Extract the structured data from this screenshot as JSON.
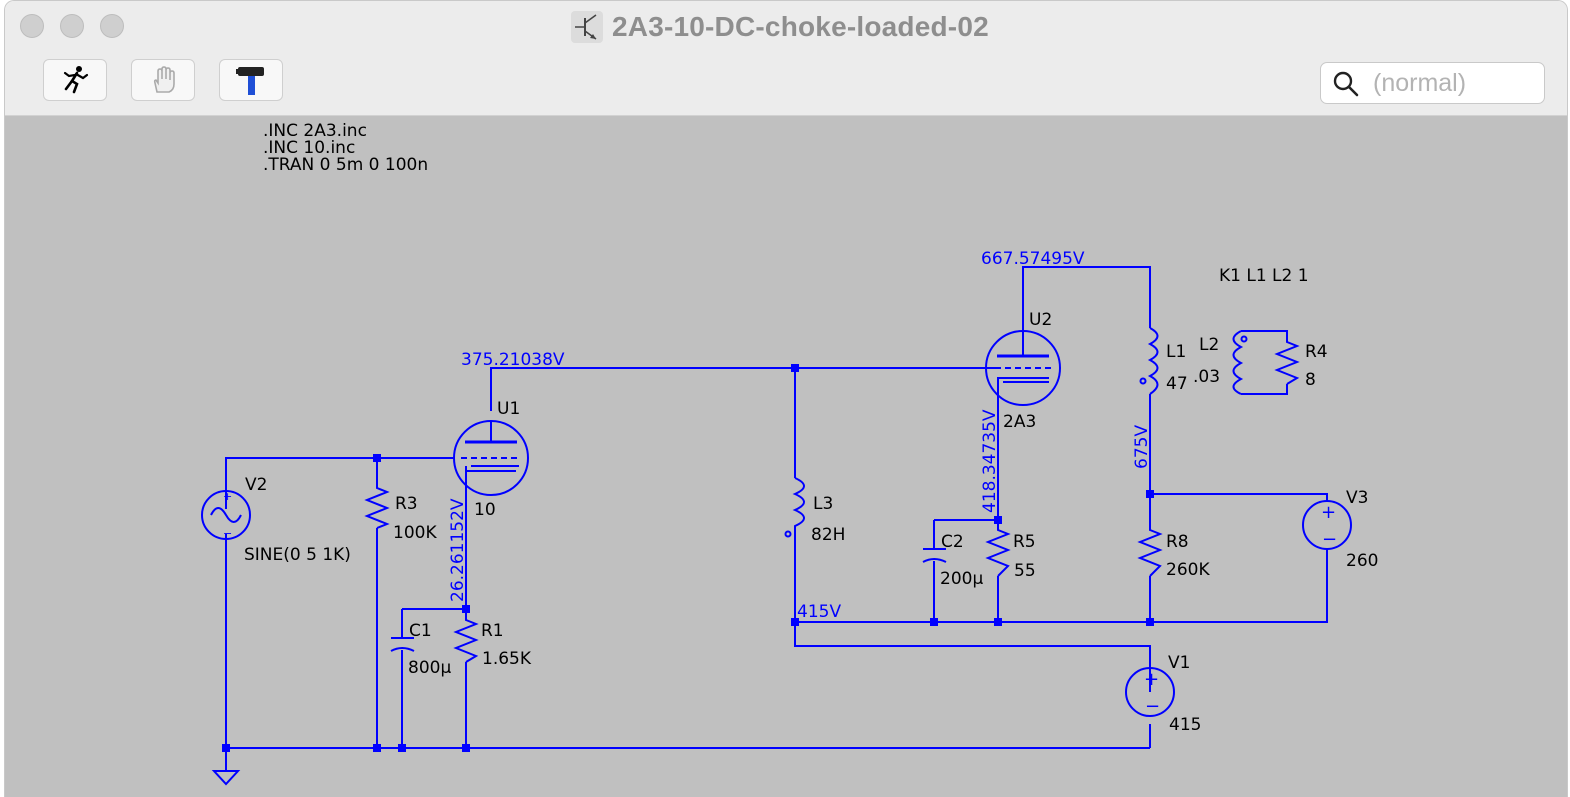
{
  "window": {
    "title": "2A3-10-DC-choke-loaded-02",
    "doc_icon": "transistor-schematic-icon"
  },
  "toolbar": {
    "buttons": [
      {
        "name": "run-button",
        "icon": "running-man-icon"
      },
      {
        "name": "halt-button",
        "icon": "hand-icon"
      },
      {
        "name": "settings-button",
        "icon": "hammer-icon"
      }
    ],
    "search": {
      "placeholder": "(normal)",
      "value": "",
      "icon": "search-icon"
    }
  },
  "schematic": {
    "directives": [
      ".INC 2A3.inc",
      ".INC 10.inc",
      ".TRAN 0 5m 0 100n"
    ],
    "coupling": "K1 L1 L2 1",
    "components": {
      "V2": {
        "name": "V2",
        "value": "SINE(0 5 1K)"
      },
      "R3": {
        "name": "R3",
        "value": "100K"
      },
      "U1": {
        "name": "U1",
        "value": "10"
      },
      "C1": {
        "name": "C1",
        "value": "800μ"
      },
      "R1": {
        "name": "R1",
        "value": "1.65K"
      },
      "L3": {
        "name": "L3",
        "value": "82H"
      },
      "U2": {
        "name": "U2",
        "value": "2A3"
      },
      "C2": {
        "name": "C2",
        "value": "200μ"
      },
      "R5": {
        "name": "R5",
        "value": "55"
      },
      "L1": {
        "name": "L1",
        "value": "47"
      },
      "L2": {
        "name": "L2",
        "value": ".03"
      },
      "R4": {
        "name": "R4",
        "value": "8"
      },
      "R8": {
        "name": "R8",
        "value": "260K"
      },
      "V3": {
        "name": "V3",
        "value": "260"
      },
      "V1": {
        "name": "V1",
        "value": "415"
      }
    },
    "net_voltages": {
      "u1_plate": "375.21038V",
      "u1_cathode": "26.261152V",
      "u2_plate": "667.57495V",
      "u2_cathode": "418.34735V",
      "l1_bottom": "675V",
      "supply_415": "415V"
    }
  },
  "colors": {
    "wire": "#0000ff",
    "canvas": "#c0c0c0",
    "text": "#000000"
  }
}
